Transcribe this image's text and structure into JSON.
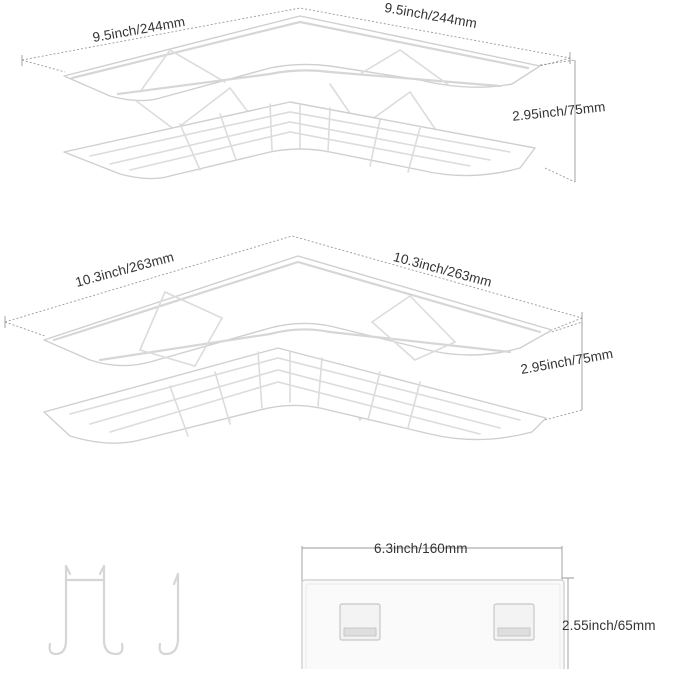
{
  "small_shelf": {
    "width_left": "9.5inch/244mm",
    "width_right": "9.5inch/244mm",
    "height": "2.95inch/75mm"
  },
  "large_shelf": {
    "width_left": "10.3inch/263mm",
    "width_right": "10.3inch/263mm",
    "height": "2.95inch/75mm"
  },
  "adhesive_plate": {
    "width": "6.3inch/160mm",
    "height": "2.55inch/65mm"
  }
}
